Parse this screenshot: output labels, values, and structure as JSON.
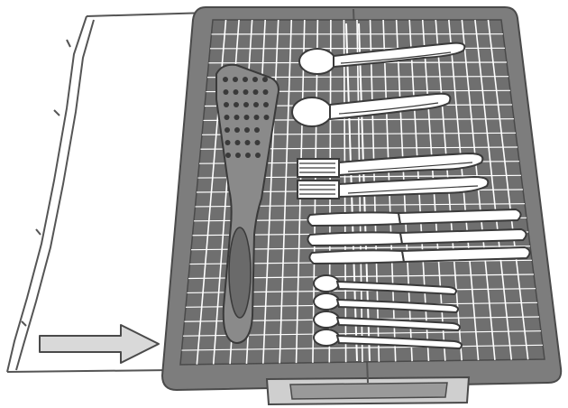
{
  "illustration": {
    "subject": "dishwasher-cutlery-tray",
    "colors": {
      "background": "#ffffff",
      "frame": "#7d7d7d",
      "frame_dark": "#5e5e5e",
      "rack_wire": "#ffffff",
      "rack_fill": "#6f6f6f",
      "cutlery_fill": "#ffffff",
      "cutlery_stroke": "#3a3a3a",
      "spatula_fill": "#8a8a8a",
      "arrow_fill": "#d9d9d9",
      "arrow_stroke": "#4a4a4a",
      "outline": "#555555"
    },
    "icons": [
      "arrow-right-icon",
      "spatula-icon",
      "spoon-icon",
      "fork-icon",
      "knife-icon",
      "teaspoon-icon"
    ],
    "items": {
      "spoons": 2,
      "forks": 2,
      "knives": 3,
      "teaspoons": 4,
      "spatulas": 1
    }
  }
}
